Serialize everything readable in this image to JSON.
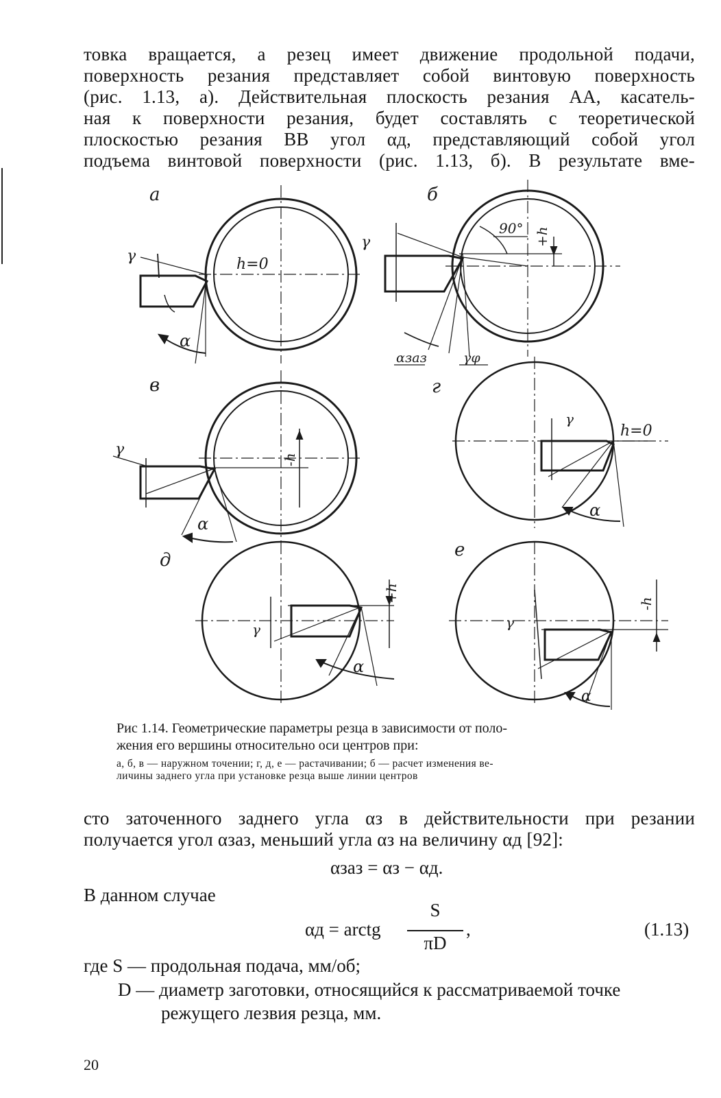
{
  "paragraph_top": [
    "товка вращается, а резец имеет движение продольной подачи,",
    "поверхность резания представляет собой винтовую поверхность",
    "(рис. 1.13, а). Действительная плоскость резания АА, касатель-",
    "ная к поверхности резания, будет составлять с теоретической",
    "плоскостью резания ВВ угол αд, представляющий собой угол",
    "подъема винтовой поверхности (рис. 1.13, б). В результате вме-"
  ],
  "figure_labels": {
    "a": "а",
    "b": "б",
    "v": "в",
    "g": "г",
    "d": "д",
    "e": "е",
    "h_zero": "h=0",
    "h_plus": "+h",
    "h_minus": "-h",
    "gamma": "γ",
    "alpha": "α",
    "angle_90": "90°",
    "alpha_zaz": "αзаз",
    "gamma_phi": "γφ"
  },
  "caption": {
    "title_lines": [
      "Рис 1.14. Геометрические параметры резца в  зависимости  от  поло-",
      "           жения его вершины относительно оси центров  при:"
    ],
    "sub_lines": [
      "а, б, в — наружном точении; г, д, е — растачивании; б — расчет изменения ве-",
      "            личины заднего угла при установке резца выше линии центров"
    ]
  },
  "paragraph_bottom": [
    "сто заточенного заднего угла αз в действительности при резании",
    "получается угол αзаз, меньший угла αз на величину αд [92]:"
  ],
  "formula_1": "αзаз = αз − αд.",
  "in_this_case": "В данном случае",
  "formula_2": {
    "lhs": "αд = arctg",
    "numerator": "S",
    "denominator": "πD",
    "trail": ",",
    "number": "(1.13)"
  },
  "where": [
    "где  S — продольная подача, мм/об;",
    "D — диаметр заготовки, относящийся к рассматриваемой точке",
    "режущего лезвия резца, мм."
  ],
  "page_number": "20"
}
